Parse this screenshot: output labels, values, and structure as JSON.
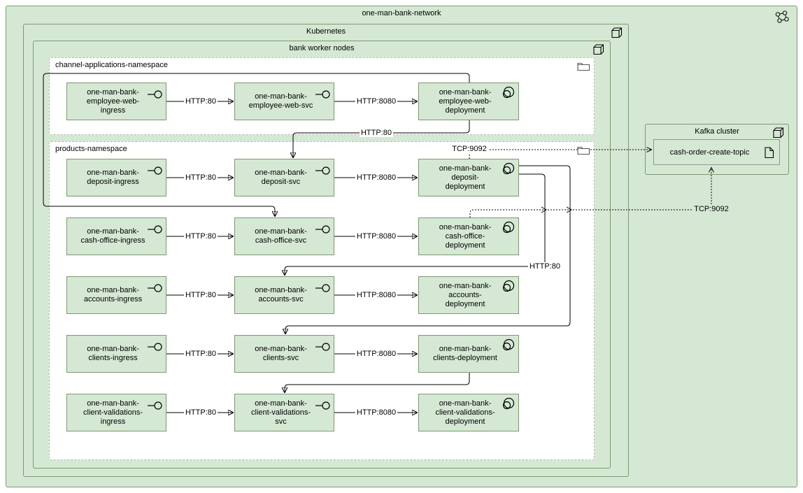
{
  "colors": {
    "box_fill": "#d5e8d4",
    "box_border": "#7d9870",
    "namespace_fill": "#ffffff",
    "namespace_border": "#b3b8af",
    "line": "#000000",
    "text": "#000000"
  },
  "containers": {
    "network": {
      "title": "one-man-bank-network",
      "icon": "network-nodes-icon"
    },
    "kubernetes": {
      "title": "Kubernetes",
      "icon": "node-cube-icon"
    },
    "worker_nodes": {
      "title": "bank worker nodes",
      "icon": "node-cube-icon"
    },
    "namespaces": [
      {
        "label": "channel-applications-namespace",
        "icon": "folder-icon"
      },
      {
        "label": "products-namespace",
        "icon": "folder-icon"
      }
    ],
    "kafka": {
      "title": "Kafka cluster",
      "icon": "node-cube-icon",
      "topic": {
        "label": "cash-order-create-topic",
        "icon": "document-icon"
      }
    }
  },
  "nodes": [
    {
      "label": "one-man-bank-\nemployee-web-\ningress",
      "kind": "ingress"
    },
    {
      "label": "one-man-bank-\nemployee-web-svc",
      "kind": "service"
    },
    {
      "label": "one-man-bank-\nemployee-web-\ndeployment",
      "kind": "deployment"
    },
    {
      "label": "one-man-bank-\ndeposit-ingress",
      "kind": "ingress"
    },
    {
      "label": "one-man-bank-\ndeposit-svc",
      "kind": "service"
    },
    {
      "label": "one-man-bank-\ndeposit-\ndeployment",
      "kind": "deployment"
    },
    {
      "label": "one-man-bank-\ncash-office-ingress",
      "kind": "ingress"
    },
    {
      "label": "one-man-bank-\ncash-office-svc",
      "kind": "service"
    },
    {
      "label": "one-man-bank-\ncash-office-\ndeployment",
      "kind": "deployment"
    },
    {
      "label": "one-man-bank-\naccounts-ingress",
      "kind": "ingress"
    },
    {
      "label": "one-man-bank-\naccounts-svc",
      "kind": "service"
    },
    {
      "label": "one-man-bank-\naccounts-\ndeployment",
      "kind": "deployment"
    },
    {
      "label": "one-man-bank-\nclients-ingress",
      "kind": "ingress"
    },
    {
      "label": "one-man-bank-\nclients-svc",
      "kind": "service"
    },
    {
      "label": "one-man-bank-\nclients-deployment",
      "kind": "deployment"
    },
    {
      "label": "one-man-bank-\nclient-validations-\ningress",
      "kind": "ingress"
    },
    {
      "label": "one-man-bank-\nclient-validations-\nsvc",
      "kind": "service"
    },
    {
      "label": "one-man-bank-\nclient-validations-\ndeployment",
      "kind": "deployment"
    }
  ],
  "edges": [
    {
      "from": "one-man-bank-employee-web-ingress",
      "to": "one-man-bank-employee-web-svc",
      "label": "HTTP:80",
      "style": "solid"
    },
    {
      "from": "one-man-bank-employee-web-svc",
      "to": "one-man-bank-employee-web-deployment",
      "label": "HTTP:8080",
      "style": "solid"
    },
    {
      "from": "one-man-bank-deposit-ingress",
      "to": "one-man-bank-deposit-svc",
      "label": "HTTP:80",
      "style": "solid"
    },
    {
      "from": "one-man-bank-deposit-svc",
      "to": "one-man-bank-deposit-deployment",
      "label": "HTTP:8080",
      "style": "solid"
    },
    {
      "from": "one-man-bank-cash-office-ingress",
      "to": "one-man-bank-cash-office-svc",
      "label": "HTTP:80",
      "style": "solid"
    },
    {
      "from": "one-man-bank-cash-office-svc",
      "to": "one-man-bank-cash-office-deployment",
      "label": "HTTP:8080",
      "style": "solid"
    },
    {
      "from": "one-man-bank-accounts-ingress",
      "to": "one-man-bank-accounts-svc",
      "label": "HTTP:80",
      "style": "solid"
    },
    {
      "from": "one-man-bank-accounts-svc",
      "to": "one-man-bank-accounts-deployment",
      "label": "HTTP:8080",
      "style": "solid"
    },
    {
      "from": "one-man-bank-clients-ingress",
      "to": "one-man-bank-clients-svc",
      "label": "HTTP:80",
      "style": "solid"
    },
    {
      "from": "one-man-bank-clients-svc",
      "to": "one-man-bank-clients-deployment",
      "label": "HTTP:8080",
      "style": "solid"
    },
    {
      "from": "one-man-bank-client-validations-ingress",
      "to": "one-man-bank-client-validations-svc",
      "label": "HTTP:80",
      "style": "solid"
    },
    {
      "from": "one-man-bank-client-validations-svc",
      "to": "one-man-bank-client-validations-deployment",
      "label": "HTTP:8080",
      "style": "solid"
    },
    {
      "from": "one-man-bank-employee-web-deployment",
      "to": "one-man-bank-deposit-svc",
      "label": "HTTP:80",
      "style": "solid"
    },
    {
      "from": "one-man-bank-employee-web-deployment",
      "to": "one-man-bank-cash-office-svc",
      "label": "",
      "style": "solid"
    },
    {
      "from": "one-man-bank-deposit-deployment",
      "to": "one-man-bank-accounts-svc",
      "label": "HTTP:80",
      "style": "solid"
    },
    {
      "from": "one-man-bank-deposit-deployment",
      "to": "one-man-bank-clients-svc",
      "label": "",
      "style": "solid"
    },
    {
      "from": "one-man-bank-clients-deployment",
      "to": "one-man-bank-client-validations-svc",
      "label": "",
      "style": "solid"
    },
    {
      "from": "one-man-bank-deposit-deployment",
      "to": "cash-order-create-topic",
      "label": "TCP:9092",
      "style": "dotted"
    },
    {
      "from": "one-man-bank-cash-office-deployment",
      "to": "cash-order-create-topic",
      "label": "TCP:9092",
      "style": "dotted"
    }
  ]
}
